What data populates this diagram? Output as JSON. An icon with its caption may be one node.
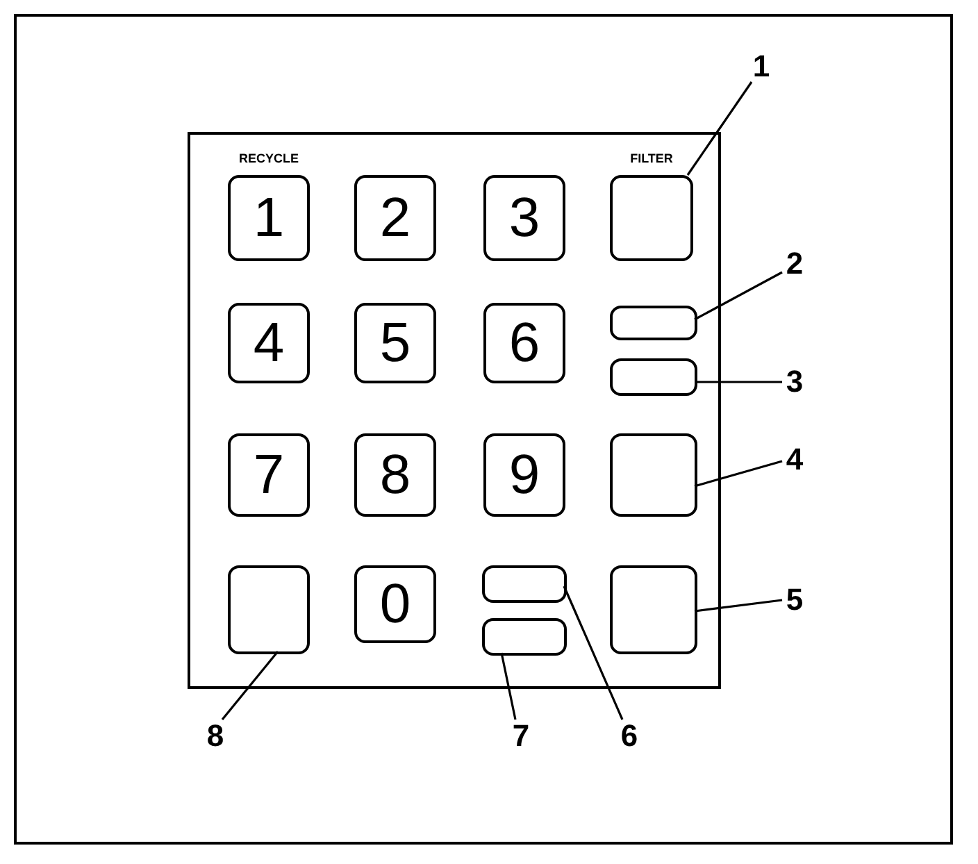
{
  "diagram": {
    "nodes": [
      {
        "text": [],
        "shape": "box"
      },
      {
        "text": [
          "RECYCLE",
          "1"
        ],
        "in": 0
      },
      {
        "text": [
          "2"
        ],
        "in": 0
      },
      {
        "text": [
          "3"
        ],
        "in": 0
      },
      {
        "text": [
          "FILTER"
        ],
        "in": 0
      },
      {
        "text": [
          "4"
        ],
        "in": 0
      },
      {
        "text": [
          "5"
        ],
        "in": 0
      },
      {
        "text": [
          "6"
        ],
        "in": 0
      },
      {
        "text": [],
        "shape": "box",
        "in": 0
      },
      {
        "text": [],
        "shape": "box",
        "in": 0
      },
      {
        "text": [
          "7"
        ],
        "in": 0
      },
      {
        "text": [
          "8"
        ],
        "in": 0
      },
      {
        "text": [
          "9"
        ],
        "in": 0
      },
      {
        "text": [],
        "shape": "box",
        "in": 0
      },
      {
        "text": [],
        "shape": "box",
        "in": 0
      },
      {
        "text": [
          "0"
        ],
        "in": 0
      },
      {
        "text": [],
        "shape": "box",
        "in": 0
      },
      {
        "text": [],
        "shape": "box",
        "in": 0
      },
      {
        "text": [],
        "shape": "box",
        "in": 0
      },
      {
        "text": [
          "1"
        ]
      },
      {
        "text": [
          "2"
        ]
      },
      {
        "text": [
          "3"
        ]
      },
      {
        "text": [
          "4"
        ]
      },
      {
        "text": [
          "5"
        ]
      },
      {
        "text": [
          "8"
        ]
      },
      {
        "text": [
          "7"
        ]
      },
      {
        "text": [
          "6"
        ]
      }
    ],
    "edges": [
      {
        "from": 19,
        "to": 4,
        "arrow": "none"
      },
      {
        "from": 20,
        "to": 8,
        "arrow": "none"
      },
      {
        "from": 21,
        "to": 9,
        "arrow": "none"
      },
      {
        "from": 22,
        "to": 13,
        "arrow": "none"
      },
      {
        "from": 23,
        "to": 18,
        "arrow": "none"
      },
      {
        "from": 24,
        "to": 14,
        "arrow": "none"
      },
      {
        "from": 25,
        "to": 17,
        "arrow": "none"
      },
      {
        "from": 26,
        "to": 16,
        "arrow": "none"
      }
    ]
  }
}
